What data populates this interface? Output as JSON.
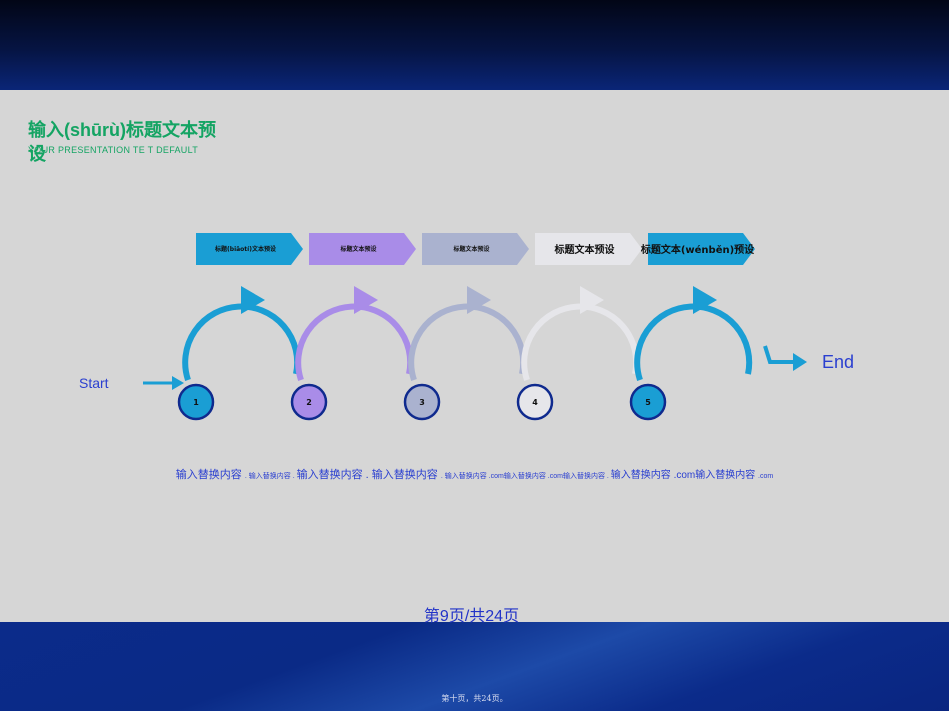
{
  "slide": {
    "title": "输入(shūrù)标题文本预设",
    "subtitle": "YOUR PRESENTATION TE T DEFAULT",
    "start_label": "Start",
    "end_label": "End",
    "steps": [
      {
        "label": "标题(biāotí)文本预设",
        "number": "1",
        "color": "#1a9ed4",
        "text_color": "#111111",
        "font_size": 6
      },
      {
        "label": "标题文本预设",
        "number": "2",
        "color": "#a98ce8",
        "text_color": "#111111",
        "font_size": 6
      },
      {
        "label": "标题文本预设",
        "number": "3",
        "color": "#aab2cf",
        "text_color": "#111111",
        "font_size": 6
      },
      {
        "label": "标题文本预设",
        "number": "4",
        "color": "#e6e6ea",
        "text_color": "#111111",
        "font_size": 10
      },
      {
        "label": "标题文本(wénběn)预设",
        "number": "5",
        "color": "#1a9ed4",
        "text_color": "#111111",
        "font_size": 10
      }
    ],
    "description_segments": [
      {
        "text": "输入替换内容",
        "size": "big"
      },
      {
        "text": ". 输入替换内容 .",
        "size": "small"
      },
      {
        "text": "输入替换内容",
        "size": "big"
      },
      {
        "text": ".",
        "size": "big"
      },
      {
        "text": "输入替换内容",
        "size": "big"
      },
      {
        "text": ". 输入替换内容 .com输入替换内容 .com输入替换内容 .",
        "size": "small"
      },
      {
        "text": "输入替换内容",
        "size": "normal"
      },
      {
        "text": ".com输入替换内容",
        "size": "normal"
      },
      {
        "text": ".com",
        "size": "small"
      }
    ],
    "page_number": "第9页/共24页"
  },
  "footer": {
    "note": "第十页，共24页。"
  },
  "colors": {
    "circle_border": "#0f2a8e",
    "arrow_blue": "#1a9ed4",
    "start_arrow": "#1a9ed4"
  }
}
